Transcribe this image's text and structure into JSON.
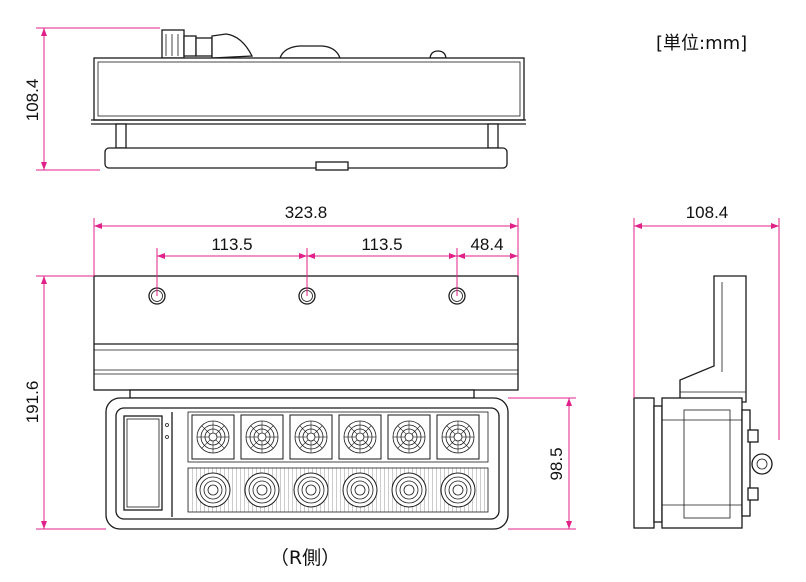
{
  "unit_label": "[単位:mm]",
  "caption": "（R側）",
  "dimensions": {
    "top_view_height": "108.4",
    "overall_width": "323.8",
    "hole_pitch_1": "113.5",
    "hole_pitch_2": "113.5",
    "hole_edge_offset": "48.4",
    "overall_height": "191.6",
    "lens_height": "98.5",
    "side_view_depth": "108.4"
  },
  "colors": {
    "dimension_line": "#e0218a",
    "outline": "#1a1a1a",
    "background": "#ffffff"
  }
}
